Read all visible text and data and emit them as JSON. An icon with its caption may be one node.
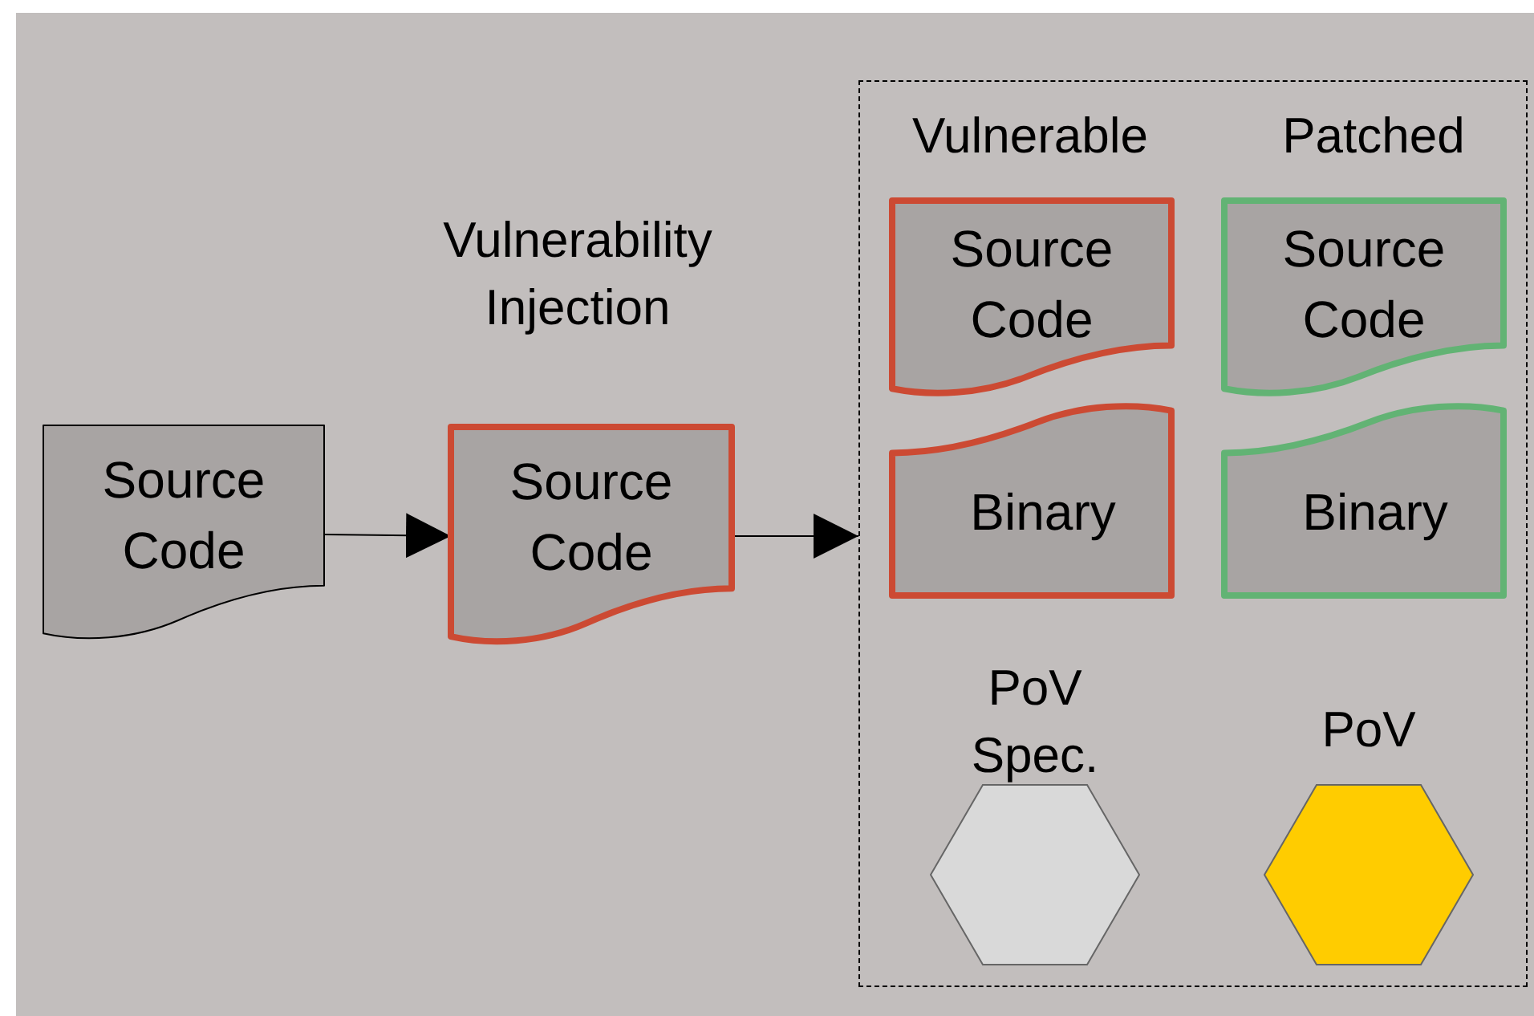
{
  "diagram": {
    "nodes": [
      {
        "text": [
          "Source Code"
        ]
      },
      {
        "text": [
          "Source Code"
        ],
        "beside": [
          "Vulnerability Injection"
        ]
      },
      {
        "text": [],
        "shape": "box"
      },
      {
        "text": [
          "Source Code"
        ],
        "in": 2
      },
      {
        "text": [
          "Binary"
        ],
        "in": 2
      },
      {
        "text": [
          "Source Code"
        ],
        "in": 2
      },
      {
        "text": [
          "Binary"
        ],
        "in": 2
      },
      {
        "text": [],
        "shape": "hexagon",
        "in": 2,
        "beside": [
          "PoV Spec."
        ]
      },
      {
        "text": [],
        "shape": "hexagon",
        "in": 2,
        "beside": [
          "PoV"
        ]
      }
    ],
    "edges": [
      {
        "from": 0,
        "to": 1,
        "arrow": "to"
      },
      {
        "from": 1,
        "to": 2,
        "arrow": "to"
      }
    ],
    "labels": [
      "Vulnerable",
      "Patched"
    ]
  }
}
